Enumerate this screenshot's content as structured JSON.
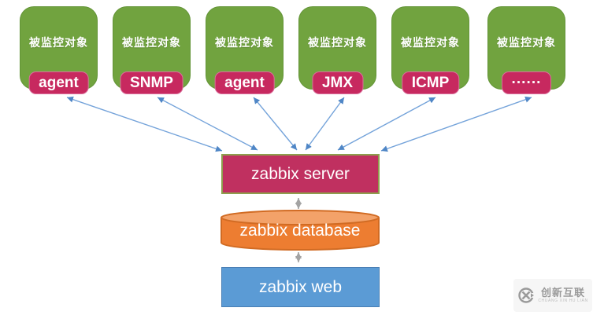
{
  "diagram": {
    "nodes": [
      {
        "name": "被监控对象",
        "protocol": "agent"
      },
      {
        "name": "被监控对象",
        "protocol": "SNMP"
      },
      {
        "name": "被监控对象",
        "protocol": "agent"
      },
      {
        "name": "被监控对象",
        "protocol": "JMX"
      },
      {
        "name": "被监控对象",
        "protocol": "ICMP"
      },
      {
        "name": "被监控对象",
        "protocol": "······"
      }
    ],
    "server": {
      "label": "zabbix server"
    },
    "database": {
      "label": "zabbix database"
    },
    "web": {
      "label": "zabbix web"
    },
    "colors": {
      "node_green": "#71a33f",
      "protocol_pink": "#c7295f",
      "server_fill": "#c03060",
      "server_border_olive": "#8e9e4d",
      "database_orange": "#ed7d31",
      "database_border": "#d16b23",
      "web_blue": "#5b9bd5",
      "connector_blue": "#74a3da",
      "connector_gray": "#a3a3a3"
    }
  },
  "watermark": {
    "brand": "创新互联",
    "subtitle": "CHUANG XIN HU LIAN"
  }
}
